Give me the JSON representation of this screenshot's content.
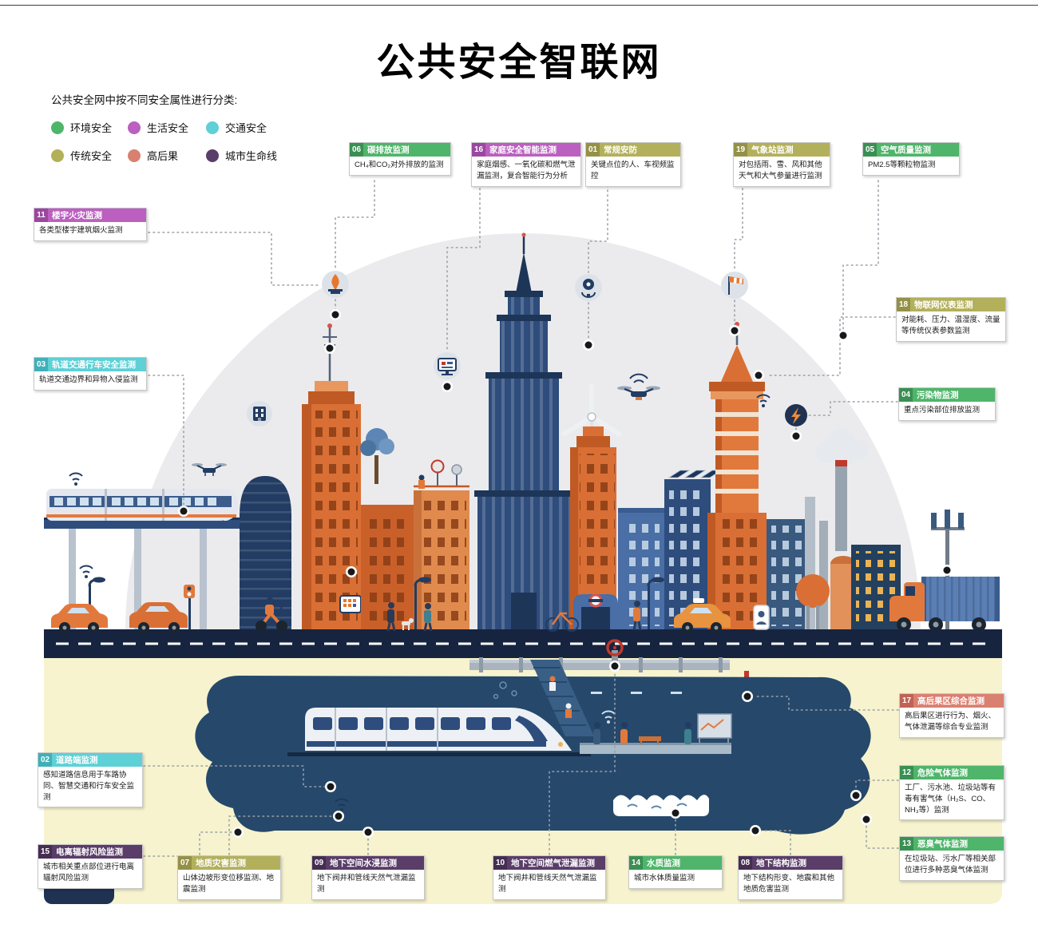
{
  "title": "公共安全智联网",
  "legend": {
    "heading": "公共安全网中按不同安全属性进行分类:",
    "items": [
      {
        "label": "环境安全",
        "color": "#4fb56a"
      },
      {
        "label": "生活安全",
        "color": "#bb5fc0"
      },
      {
        "label": "交通安全",
        "color": "#5ed0d6"
      },
      {
        "label": "传统安全",
        "color": "#b3b05b"
      },
      {
        "label": "高后果",
        "color": "#d98071"
      },
      {
        "label": "城市生命线",
        "color": "#5a3d68"
      }
    ]
  },
  "callouts": [
    {
      "num": "01",
      "title": "常规安防",
      "category": "传统安全",
      "body": "关键点位的人、车视频监控"
    },
    {
      "num": "02",
      "title": "道路端监测",
      "category": "交通安全",
      "body": "感知道路信息用于车路协同、智慧交通和行车安全监测"
    },
    {
      "num": "03",
      "title": "轨道交通行车安全监测",
      "category": "交通安全",
      "body": "轨道交通边界和异物入侵监测"
    },
    {
      "num": "04",
      "title": "污染物监测",
      "category": "环境安全",
      "body": "重点污染部位排放监测"
    },
    {
      "num": "05",
      "title": "空气质量监测",
      "category": "环境安全",
      "body": "PM2.5等颗粒物监测"
    },
    {
      "num": "06",
      "title": "碳排放监测",
      "category": "环境安全",
      "body": "CH₄和CO₂对外排放的监测"
    },
    {
      "num": "07",
      "title": "地质灾害监测",
      "category": "传统安全",
      "body": "山体边坡形变位移监测、地震监测"
    },
    {
      "num": "08",
      "title": "地下结构监测",
      "category": "城市生命线",
      "body": "地下结构形变、地震和其他地质危害监测"
    },
    {
      "num": "09",
      "title": "地下空间水浸监测",
      "category": "城市生命线",
      "body": "地下阀井和管线天然气泄漏监测"
    },
    {
      "num": "10",
      "title": "地下空间燃气泄漏监测",
      "category": "城市生命线",
      "body": "地下阀井和管线天然气泄漏监测"
    },
    {
      "num": "11",
      "title": "楼宇火灾监测",
      "category": "生活安全",
      "body": "各类型楼宇建筑烟火监测"
    },
    {
      "num": "12",
      "title": "危险气体监测",
      "category": "环境安全",
      "body": "工厂、污水池、垃圾站等有毒有害气体（H₂S、CO、NH₃等）监测"
    },
    {
      "num": "13",
      "title": "恶臭气体监测",
      "category": "环境安全",
      "body": "在垃圾站、污水厂等相关部位进行多种恶臭气体监测"
    },
    {
      "num": "14",
      "title": "水质监测",
      "category": "环境安全",
      "body": "城市水体质量监测"
    },
    {
      "num": "15",
      "title": "电离辐射风险监测",
      "category": "城市生命线",
      "body": "城市相关重点部位进行电离辐射风险监测"
    },
    {
      "num": "16",
      "title": "家庭安全智能监测",
      "category": "生活安全",
      "body": "家庭烟感、一氧化碳和燃气泄漏监测，复合智能行为分析"
    },
    {
      "num": "17",
      "title": "高后果区综合监测",
      "category": "高后果",
      "body": "高后果区进行行为、烟火、气体泄漏等综合专业监测"
    },
    {
      "num": "18",
      "title": "物联网仪表监测",
      "category": "传统安全",
      "body": "对能耗、压力、温湿度、流量等传统仪表参数监测"
    },
    {
      "num": "19",
      "title": "气象站监测",
      "category": "传统安全",
      "body": "对包括雨、雪、风和其他天气和大气参量进行监测"
    }
  ],
  "category_colors": {
    "环境安全": {
      "header": "#4fb56a",
      "num_box": "#3a8f52"
    },
    "生活安全": {
      "header": "#bb5fc0",
      "num_box": "#9a47a0"
    },
    "交通安全": {
      "header": "#5ed0d6",
      "num_box": "#3fb0b8"
    },
    "传统安全": {
      "header": "#b3b05b",
      "num_box": "#949147"
    },
    "高后果": {
      "header": "#d98071",
      "num_box": "#c06255"
    },
    "城市生命线": {
      "header": "#5a3d68",
      "num_box": "#452e51"
    }
  },
  "scene_palette": {
    "dome": "#ebebed",
    "road": "#17243f",
    "underground": "#f6f3ce",
    "underground_water": "#26486b",
    "building_orange": "#d96f35",
    "building_blue": "#2e4d7d",
    "connector": "#9aa0a8",
    "node": "#17181a"
  },
  "scene_icons": [
    "gas-flame-icon",
    "home-screen-icon",
    "camera-icon",
    "windsock-icon",
    "power-icon",
    "building-icon",
    "drone-icon",
    "wifi-icon",
    "valve-icon",
    "subway-roundel-icon",
    "sprinkler-icon"
  ]
}
